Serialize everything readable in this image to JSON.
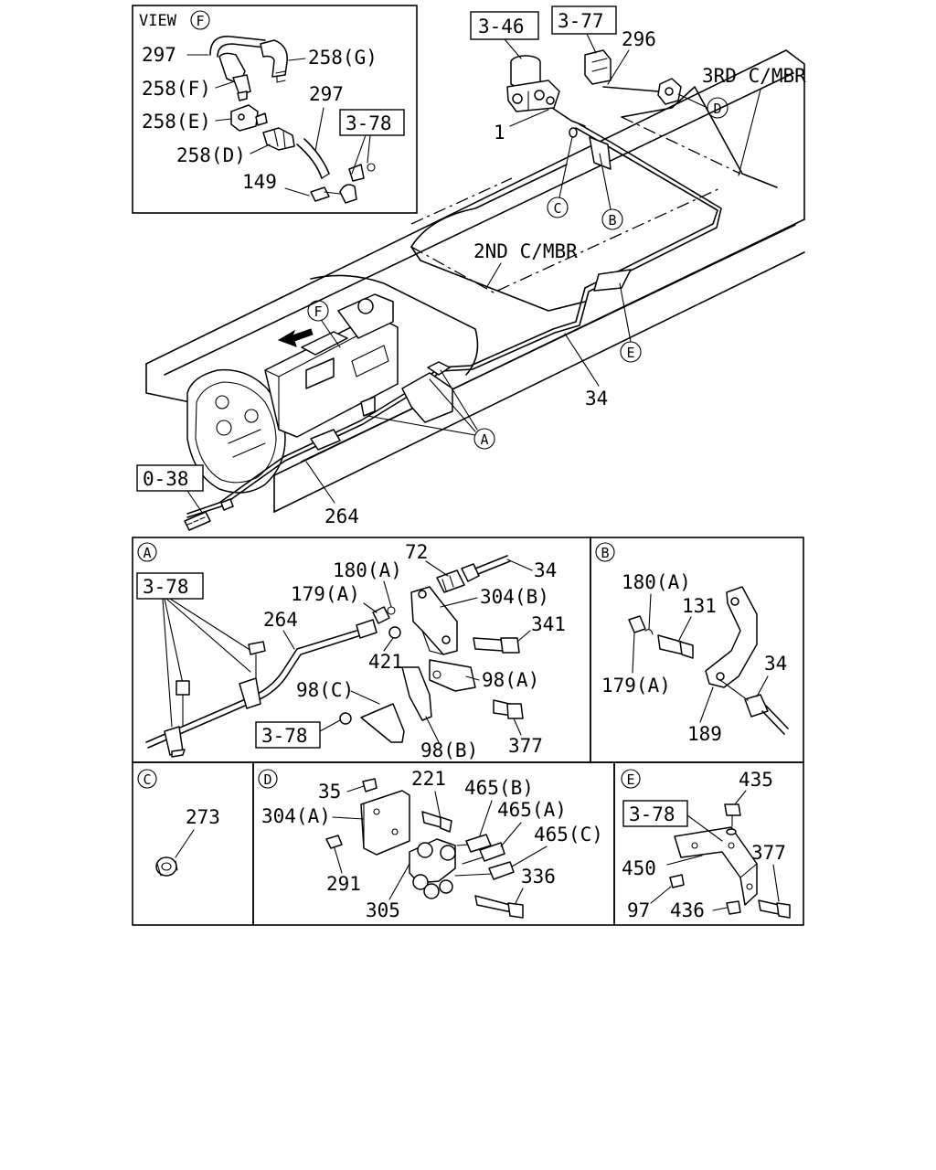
{
  "view_f": {
    "title_text": "VIEW",
    "title_letter": "F",
    "labels": [
      "297",
      "258(G)",
      "258(F)",
      "297",
      "258(E)",
      "258(D)",
      "149"
    ],
    "ref_box": "3-78"
  },
  "main": {
    "ref_boxes": [
      "3-46",
      "3-77",
      "0-38"
    ],
    "numbers": [
      "296",
      "1",
      "34",
      "264"
    ],
    "members": [
      "3RD C/MBR",
      "2ND C/MBR"
    ],
    "callouts": [
      "D",
      "C",
      "B",
      "F",
      "E",
      "A"
    ]
  },
  "detail_a": {
    "letter": "A",
    "ref_box_top": "3-78",
    "ref_box_bottom": "3-78",
    "labels": [
      "72",
      "34",
      "180(A)",
      "179(A)",
      "304(B)",
      "264",
      "341",
      "421",
      "98(A)",
      "98(C)",
      "98(B)",
      "377"
    ]
  },
  "detail_b": {
    "letter": "B",
    "labels": [
      "180(A)",
      "131",
      "34",
      "179(A)",
      "189"
    ]
  },
  "detail_c": {
    "letter": "C",
    "labels": [
      "273"
    ]
  },
  "detail_d": {
    "letter": "D",
    "labels": [
      "35",
      "221",
      "465(B)",
      "304(A)",
      "465(A)",
      "465(C)",
      "291",
      "336",
      "305"
    ]
  },
  "detail_e": {
    "letter": "E",
    "ref_box": "3-78",
    "labels": [
      "435",
      "377",
      "450",
      "97",
      "436"
    ]
  }
}
